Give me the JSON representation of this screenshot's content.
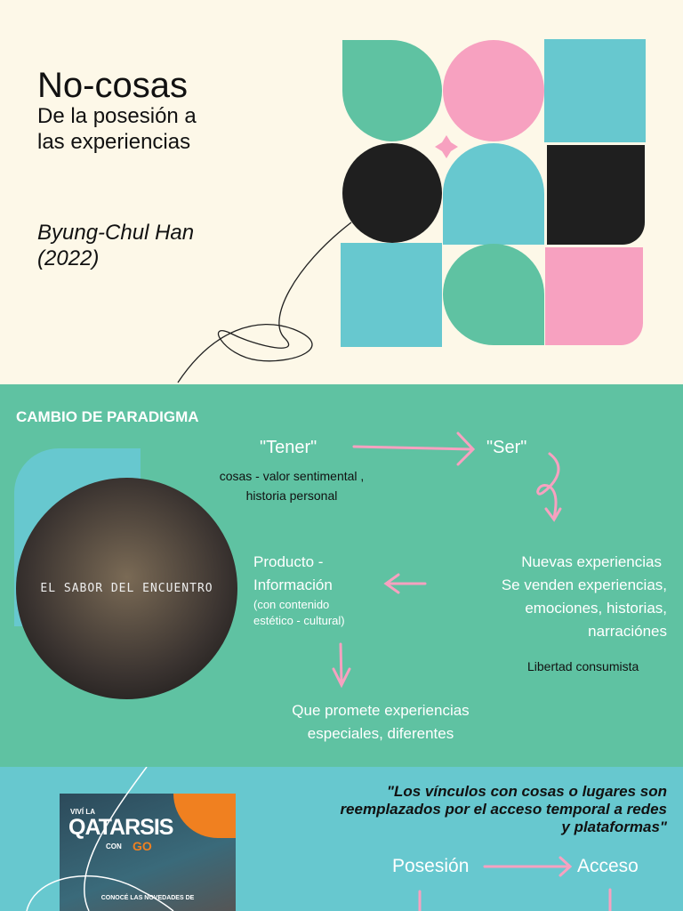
{
  "title": {
    "main": "No-cosas",
    "subtitle_1": "De la posesión a",
    "subtitle_2": "las experiencias",
    "author": "Byung-Chul Han",
    "year": "(2022)"
  },
  "colors": {
    "cream": "#fdf8e8",
    "teal": "#5fc2a2",
    "cyan": "#67c8cf",
    "pink": "#f7a1c0",
    "black": "#222222"
  },
  "paradigm": {
    "heading": "CAMBIO DE PARADIGMA",
    "tener": "\"Tener\"",
    "ser": "\"Ser\"",
    "tener_desc_1": "cosas - valor sentimental ,",
    "tener_desc_2": "historia personal",
    "producto_1": "Producto -",
    "producto_2": "Información",
    "producto_note_1": "(con contenido",
    "producto_note_2": "estético - cultural)",
    "nuevas_1": "Nuevas experiencias",
    "nuevas_2": "Se venden  experiencias,",
    "nuevas_3": "emociones, historias,",
    "nuevas_4": "narraciónes",
    "libertad": "Libertad consumista",
    "promete_1": "Que promete experiencias",
    "promete_2": "especiales, diferentes",
    "image_caption": "EL SABOR DEL ENCUENTRO"
  },
  "access": {
    "quote_1": "\"Los vínculos con cosas o lugares son",
    "quote_2": "reemplazados por el acceso temporal a redes",
    "quote_3": "y plataformas\"",
    "posesion": "Posesión",
    "acceso": "Acceso",
    "ad_title": "QATARSIS",
    "ad_top": "VIVÍ LA",
    "ad_con": "CON",
    "ad_go": "GO",
    "ad_footer": "CONOCÉ LAS NOVEDADES DE"
  }
}
